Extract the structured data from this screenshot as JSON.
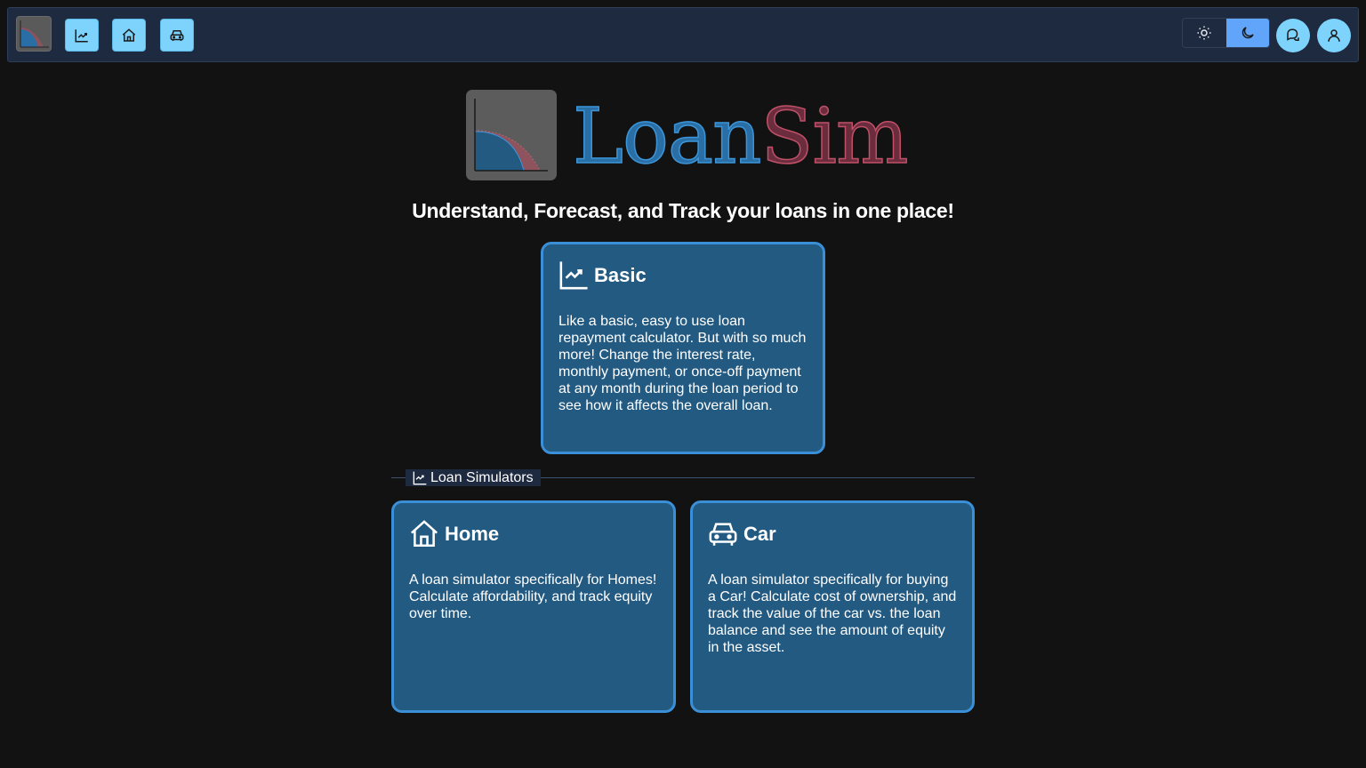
{
  "navbar": {
    "logo_alt": "LoanSim logo",
    "nav_buttons": [
      {
        "name": "basic",
        "icon": "chart-line-icon"
      },
      {
        "name": "home",
        "icon": "home-icon"
      },
      {
        "name": "car",
        "icon": "car-icon"
      }
    ],
    "theme_toggle": {
      "light_icon": "sun-icon",
      "dark_icon": "moon-icon",
      "active": "dark"
    },
    "chat_icon": "chat-icon",
    "user_icon": "user-icon"
  },
  "hero": {
    "brand_part1": "Loan",
    "brand_part2": "Sim",
    "tagline": "Understand, Forecast, and Track your loans in one place!"
  },
  "cards": {
    "basic": {
      "title": "Basic",
      "icon": "chart-line-icon",
      "description": "Like a basic, easy to use loan repayment calculator. But with so much more! Change the interest rate, monthly payment, or once-off payment at any month during the loan period to see how it affects the overall loan."
    },
    "home": {
      "title": "Home",
      "icon": "home-icon",
      "description": "A loan simulator specifically for Homes! Calculate affordability, and track equity over time."
    },
    "car": {
      "title": "Car",
      "icon": "car-icon",
      "description": "A loan simulator specifically for buying a Car! Calculate cost of ownership, and track the value of the car vs. the loan balance and see the amount of equity in the asset."
    }
  },
  "section": {
    "label": "Loan Simulators",
    "icon": "chart-line-icon"
  },
  "colors": {
    "background": "#121212",
    "navbar": "#1e2a40",
    "nav_button": "#7dd3fc",
    "card_bg": "#235a82",
    "card_border": "#3a8fd6",
    "brand_blue": "#3b95d8",
    "brand_red": "#c05068"
  }
}
